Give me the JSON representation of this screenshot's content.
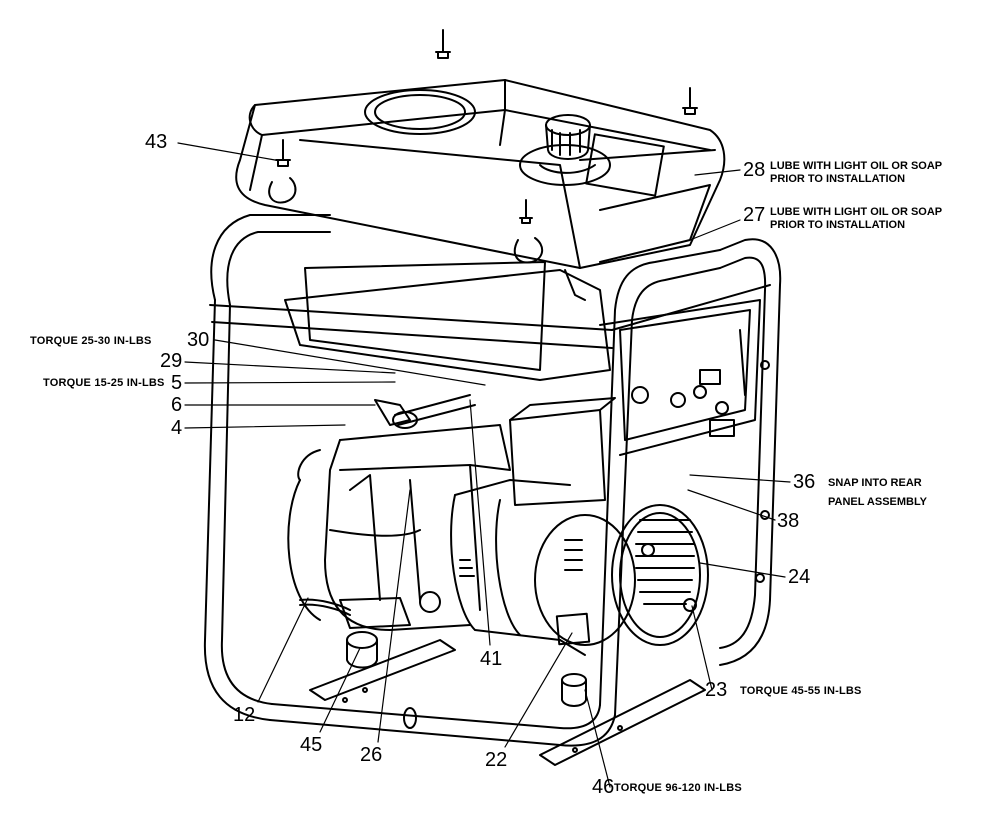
{
  "callouts": {
    "c43": "43",
    "c28": "28",
    "c27": "27",
    "c30": "30",
    "c29": "29",
    "c5": "5",
    "c6": "6",
    "c4": "4",
    "c36": "36",
    "c38": "38",
    "c24": "24",
    "c41": "41",
    "c12": "12",
    "c45": "45",
    "c26": "26",
    "c22": "22",
    "c23": "23",
    "c46": "46"
  },
  "notes": {
    "lube_line1": "LUBE WITH LIGHT OIL OR SOAP",
    "lube_line2": "PRIOR TO INSTALLATION",
    "torque_30": "TORQUE 25-30 IN-LBS",
    "torque_5": "TORQUE 15-25 IN-LBS",
    "snap_line1": "SNAP INTO REAR",
    "snap_line2": "PANEL ASSEMBLY",
    "torque_23": "TORQUE 45-55 IN-LBS",
    "torque_46": "TORQUE 96-120 IN-LBS"
  }
}
